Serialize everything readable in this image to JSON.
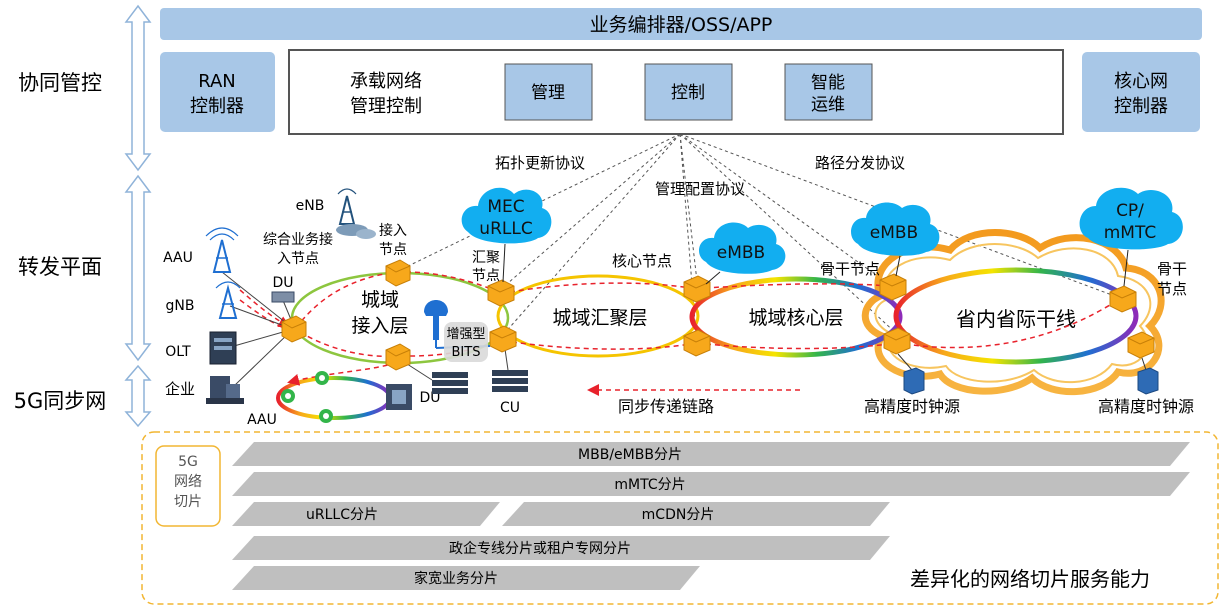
{
  "colors": {
    "light_blue": "#a8c7e7",
    "cloud_blue": "#12aef0",
    "node_orange": "#f7a81b",
    "sync_red": "#e8222c",
    "access_ring": "#8dc63f",
    "converge_ring": "#f5c400",
    "slice_gray": "#bfbfbf",
    "dash_orange": "#f2b632"
  },
  "side_labels": {
    "coordination": "协同管控",
    "forwarding": "转发平面",
    "sync": "5G同步网"
  },
  "control": {
    "top_bar": "业务编排器/OSS/APP",
    "ran_controller": [
      "RAN",
      "控制器"
    ],
    "core_controller": [
      "核心网",
      "控制器"
    ],
    "bearer_mgmt": [
      "承载网络",
      "管理控制"
    ],
    "modules": [
      [
        "管理"
      ],
      [
        "控制"
      ],
      [
        "智能",
        "运维"
      ]
    ]
  },
  "protocols": {
    "topology": "拓扑更新协议",
    "mgmt_config": "管理配置协议",
    "path": "路径分发协议"
  },
  "devices": {
    "enb": "eNB",
    "aau": "AAU",
    "gnb": "gNB",
    "olt": "OLT",
    "enterprise": "企业",
    "du": "DU",
    "aau_bottom": "AAU",
    "du_bottom": "DU",
    "cu": "CU",
    "bits": [
      "增强型",
      "BITS"
    ]
  },
  "nodes": {
    "integrated_access": [
      "综合业务接",
      "入节点"
    ],
    "access_node": [
      "接入",
      "节点"
    ],
    "aggregation_node": [
      "汇聚",
      "节点"
    ],
    "core_node": "核心节点",
    "backbone_node": "骨干节点",
    "backbone_node_right": [
      "骨干",
      "节点"
    ]
  },
  "clouds": {
    "mec": [
      "MEC",
      "uRLLC"
    ],
    "embb1": [
      "eMBB"
    ],
    "embb2": [
      "eMBB"
    ],
    "cp": [
      "CP/",
      "mMTC"
    ]
  },
  "layers": {
    "access": [
      "城域",
      "接入层"
    ],
    "convergence": "城域汇聚层",
    "core": "城域核心层",
    "backbone": "省内省际干线"
  },
  "sync": {
    "link": "同步传递链路",
    "clock1": "高精度时钟源",
    "clock2": "高精度时钟源"
  },
  "slicing": {
    "title": [
      "5G",
      "网络",
      "切片"
    ],
    "slices": [
      "MBB/eMBB分片",
      "mMTC分片",
      "uRLLC分片",
      "mCDN分片",
      "政企专线分片或租户专网分片",
      "家宽业务分片"
    ],
    "caption": "差异化的网络切片服务能力"
  }
}
